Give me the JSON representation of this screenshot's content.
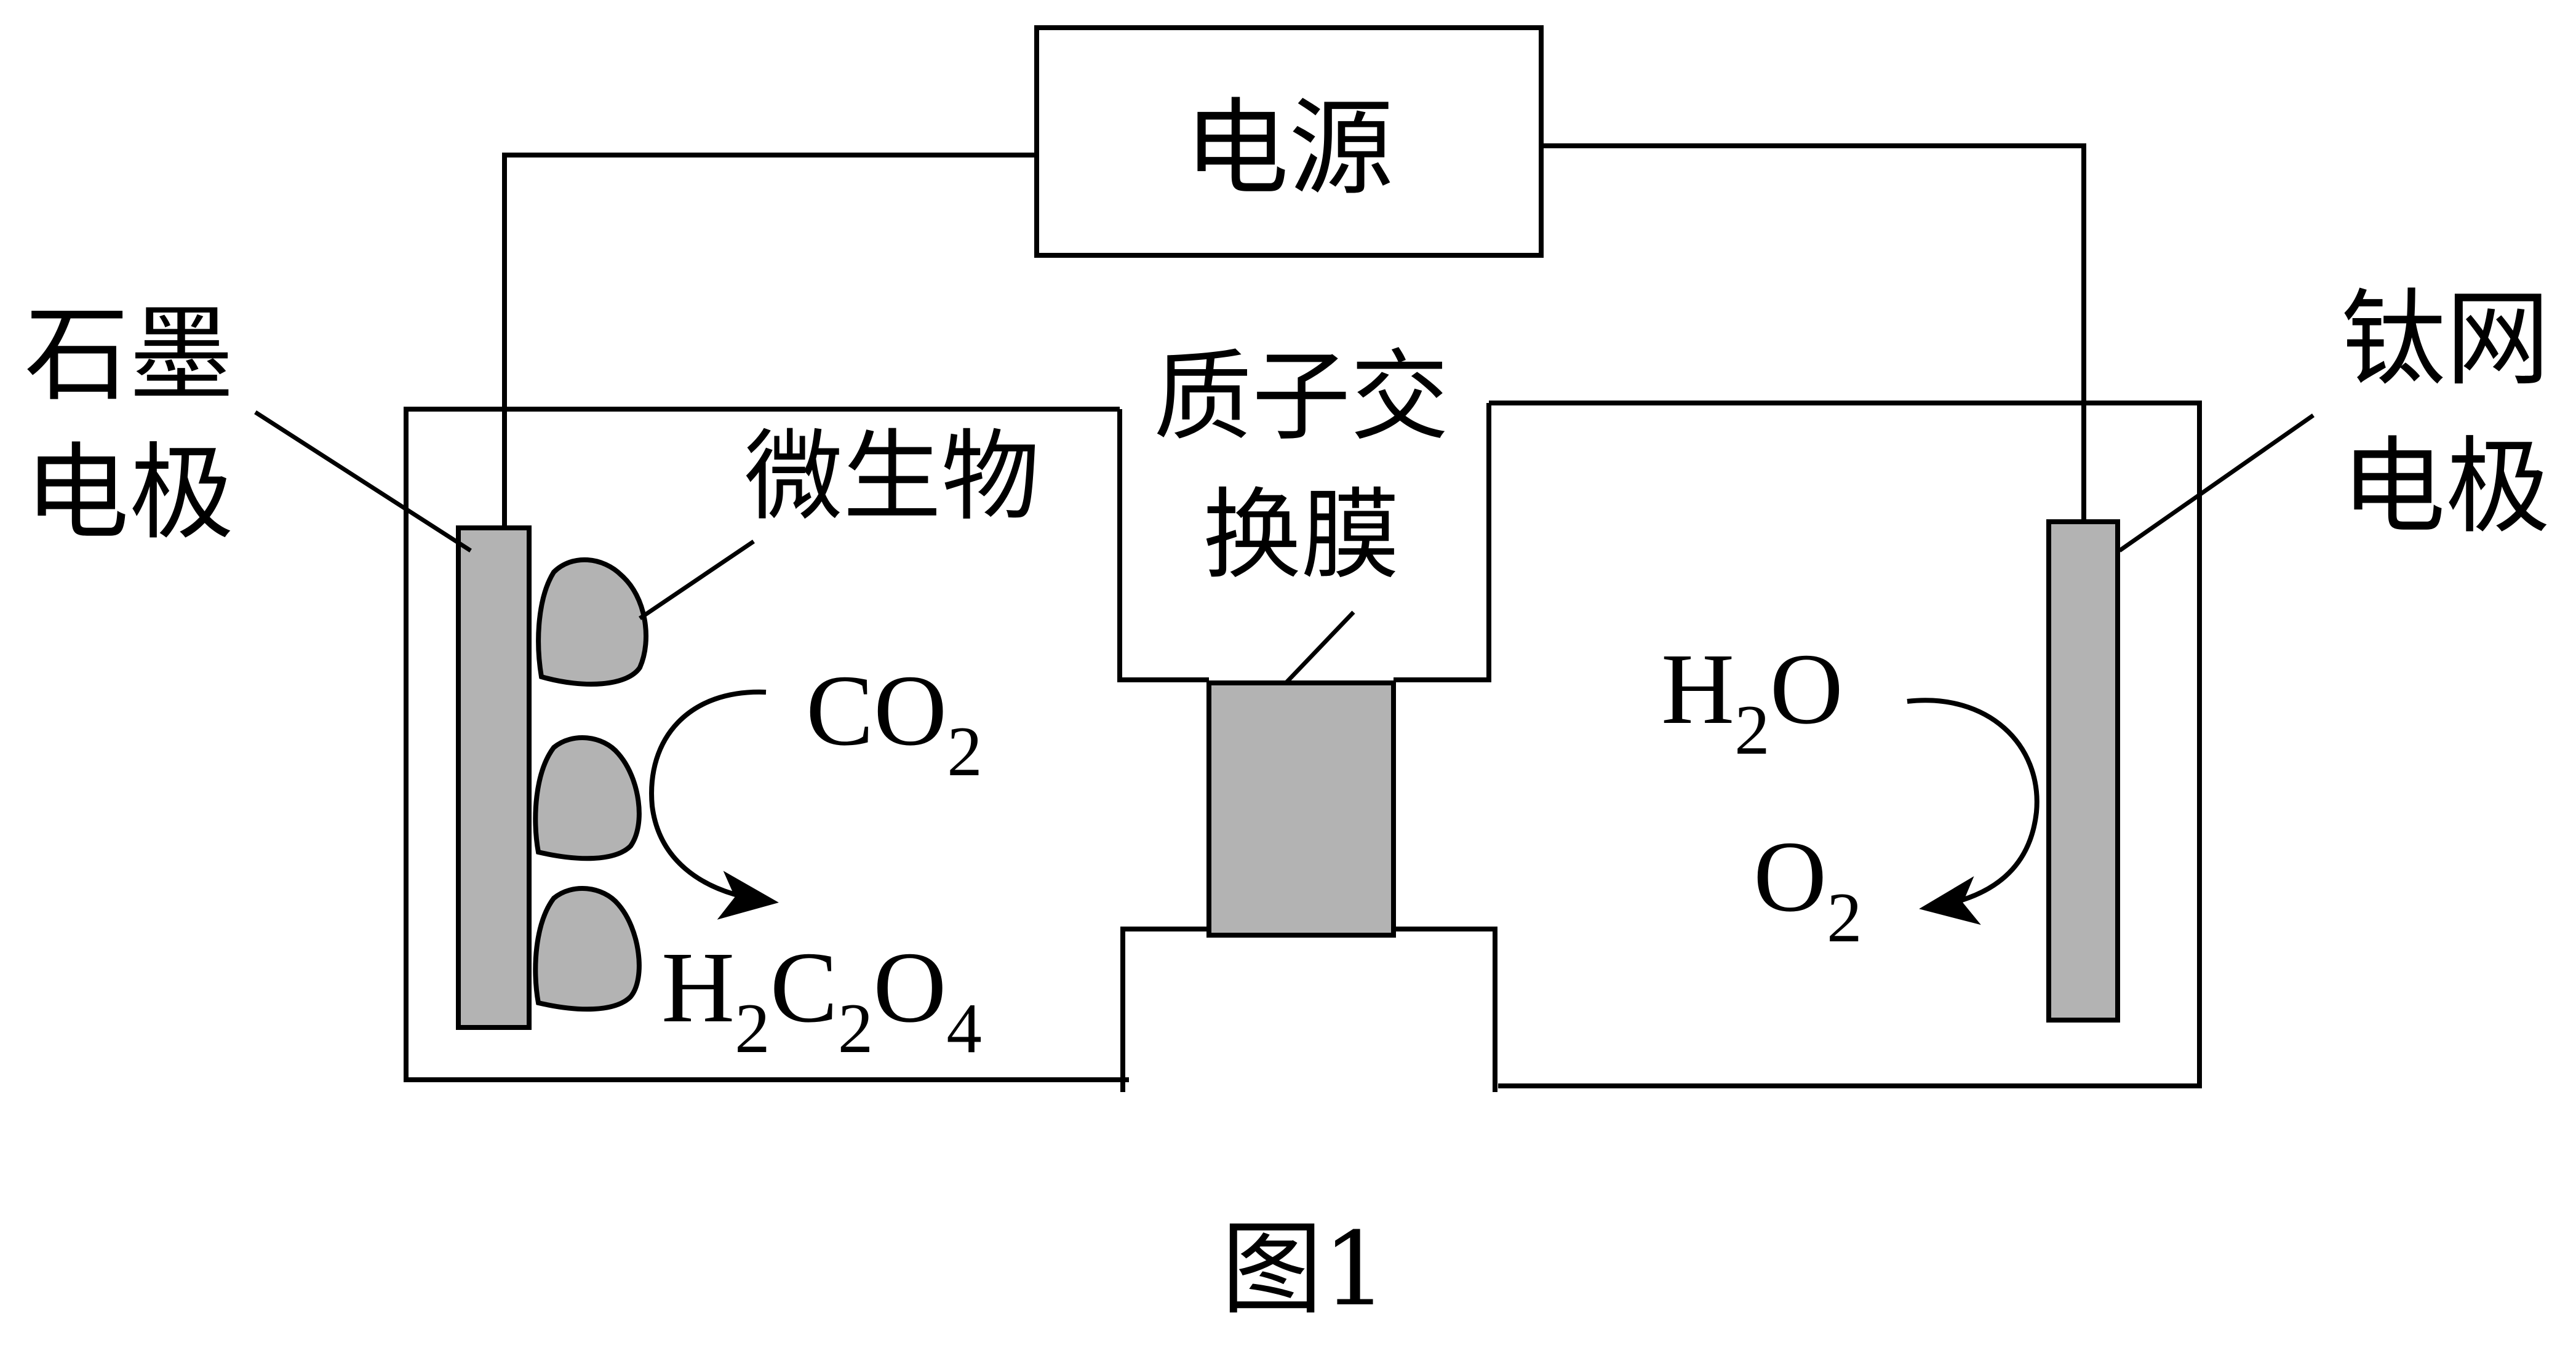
{
  "diagram": {
    "power_source": "电源",
    "graphite_electrode": [
      "石墨",
      "电极"
    ],
    "titanium_mesh_electrode": [
      "钛网",
      "电极"
    ],
    "microbes": "微生物",
    "proton_exchange_membrane": [
      "质子交",
      "换膜"
    ],
    "left_reactant": {
      "main": "CO",
      "sub": "2"
    },
    "left_product": [
      {
        "main": "H",
        "sub": "2"
      },
      {
        "main": "C",
        "sub": "2"
      },
      {
        "main": "O",
        "sub": "4"
      }
    ],
    "right_reactant": [
      {
        "main": "H",
        "sub": "2"
      },
      {
        "main": "O",
        "sub": ""
      }
    ],
    "right_product": {
      "main": "O",
      "sub": "2"
    },
    "caption": "图1",
    "colors": {
      "line": "#000000",
      "electrode_fill": "#b3b3b3",
      "microbe_fill": "#b3b3b3",
      "membrane_fill": "#b3b3b3",
      "background": "#ffffff"
    }
  }
}
